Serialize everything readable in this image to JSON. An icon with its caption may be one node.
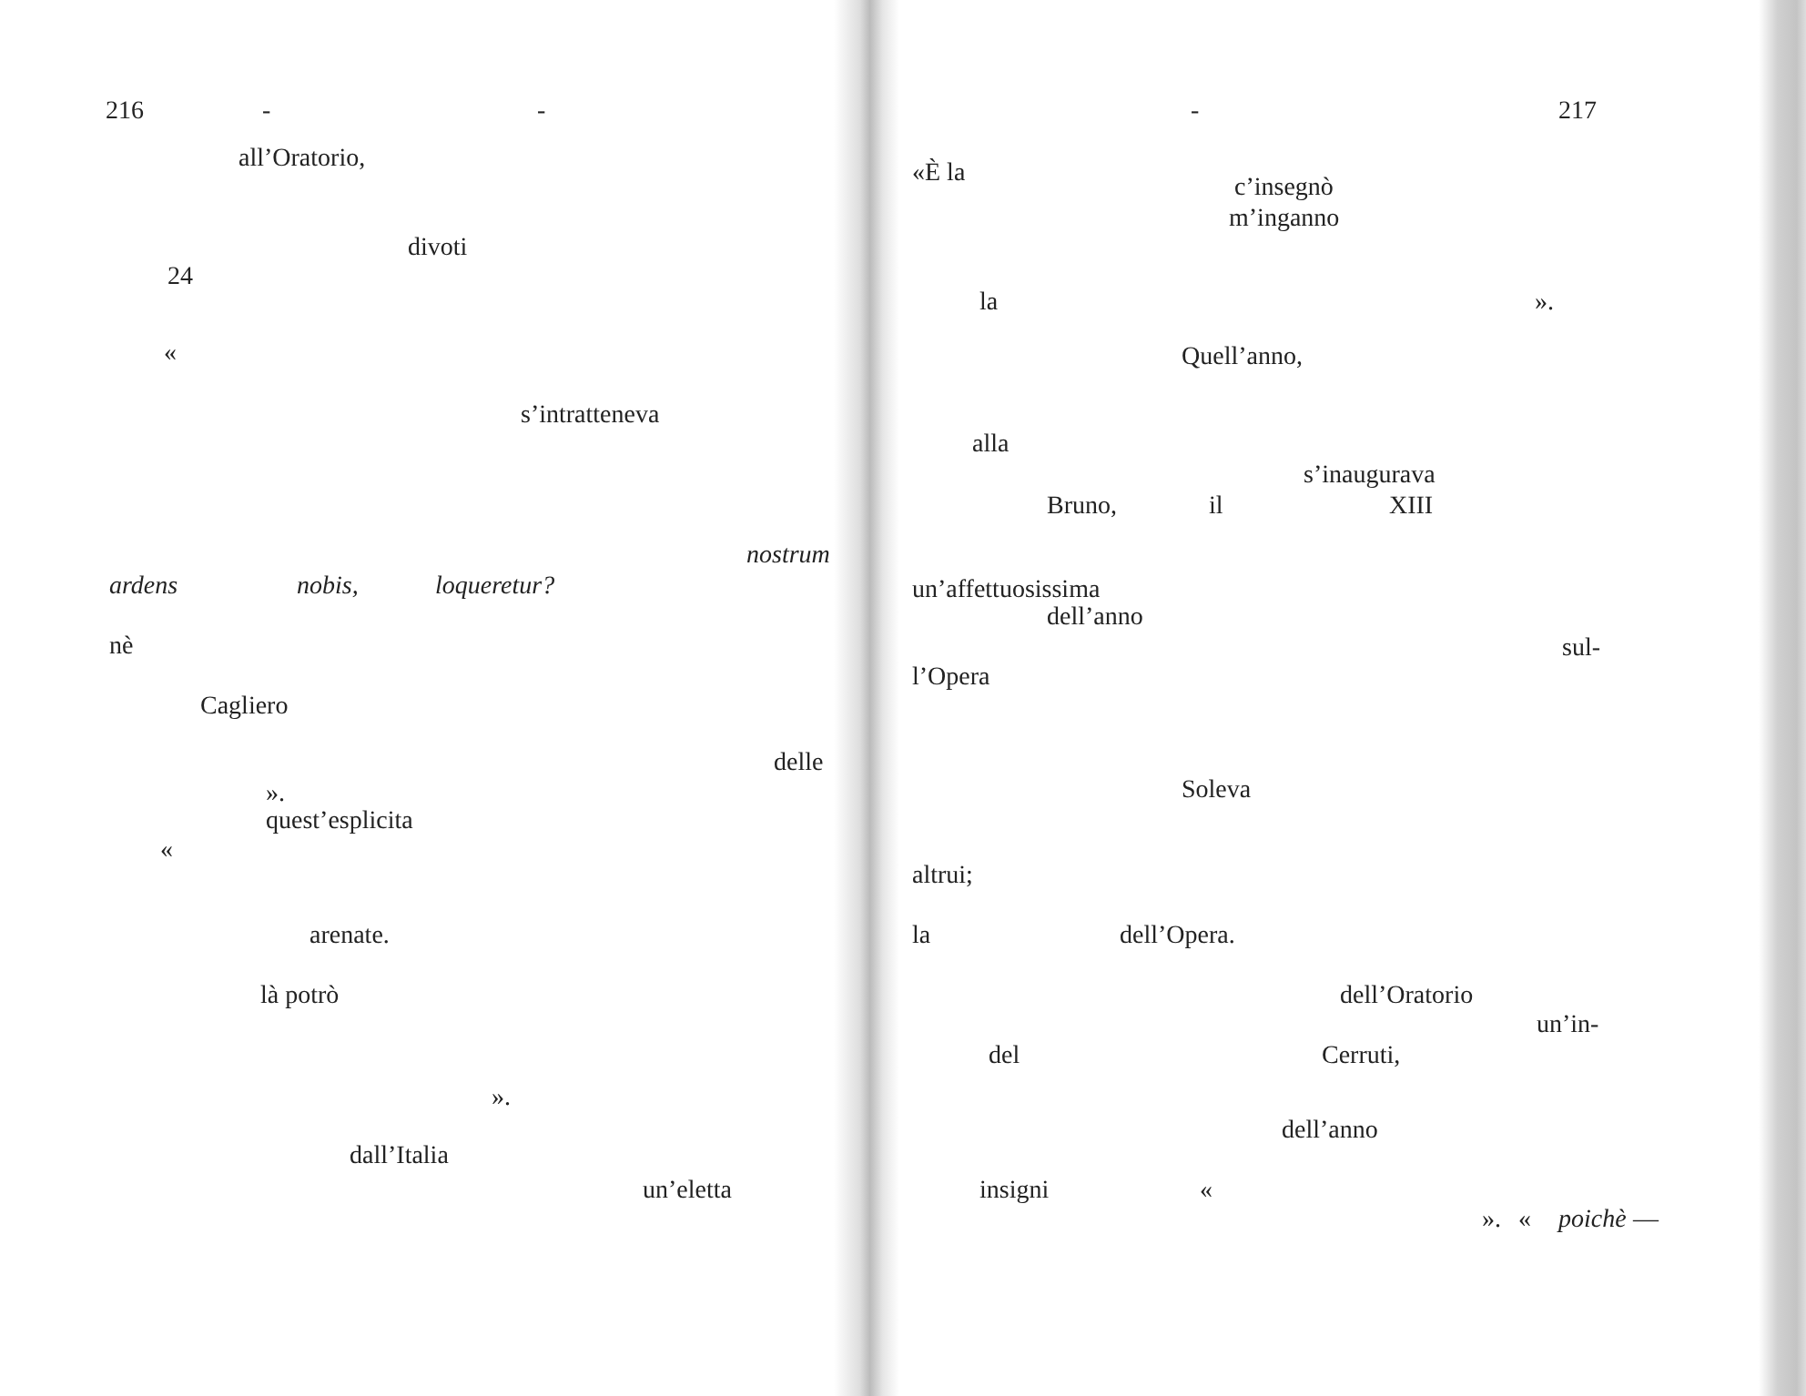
{
  "diagram": {
    "labels": [
      "216",
      "-",
      "-",
      "all’Oratorio,",
      "divoti",
      "24",
      "«",
      "s’intratteneva",
      "nostrum",
      "ardens",
      "nobis,",
      "loqueretur?",
      "nè",
      "Cagliero",
      "delle",
      "».",
      "quest’esplicita",
      "«",
      "arenate.",
      "là potrò",
      "».",
      "dall’Italia",
      "un’eletta",
      "-",
      "217",
      "«È la",
      "c’insegnò",
      "m’inganno",
      "la",
      "».",
      "Quell’anno,",
      "alla",
      "s’inaugurava",
      "Bruno,",
      "il",
      "XIII",
      "un’affettuosissima",
      "dell’anno",
      "sul-",
      "l’Opera",
      "Soleva",
      "altrui;",
      "la",
      "dell’Opera.",
      "dell’Oratorio",
      "un’in-",
      "del",
      "Cerruti,",
      "dell’anno",
      "insigni",
      "«",
      "».",
      "«",
      "poichè",
      "—"
    ]
  }
}
